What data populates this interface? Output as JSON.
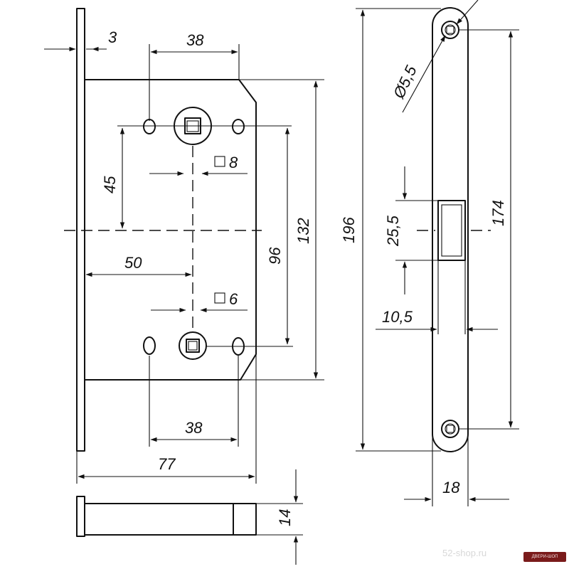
{
  "dimensions": {
    "faceplate_thickness": "3",
    "top_hole_spacing": "38",
    "handle_to_handle": "45",
    "spindle_square_top": "8",
    "backset": "50",
    "spindle_square_bottom": "6",
    "handle_to_cylinder": "96",
    "case_height": "132",
    "faceplate_length": "196",
    "bottom_hole_spacing": "38",
    "case_depth": "77",
    "case_thickness": "14",
    "screw_hole_diameter": "Ø5,5",
    "strike_opening_height": "25,5",
    "strike_opening_width": "10,5",
    "strike_screw_spacing": "174",
    "strike_plate_width": "18"
  },
  "watermark": "52-shop.ru",
  "logo_text": "ДВЕРИ-ШОП"
}
